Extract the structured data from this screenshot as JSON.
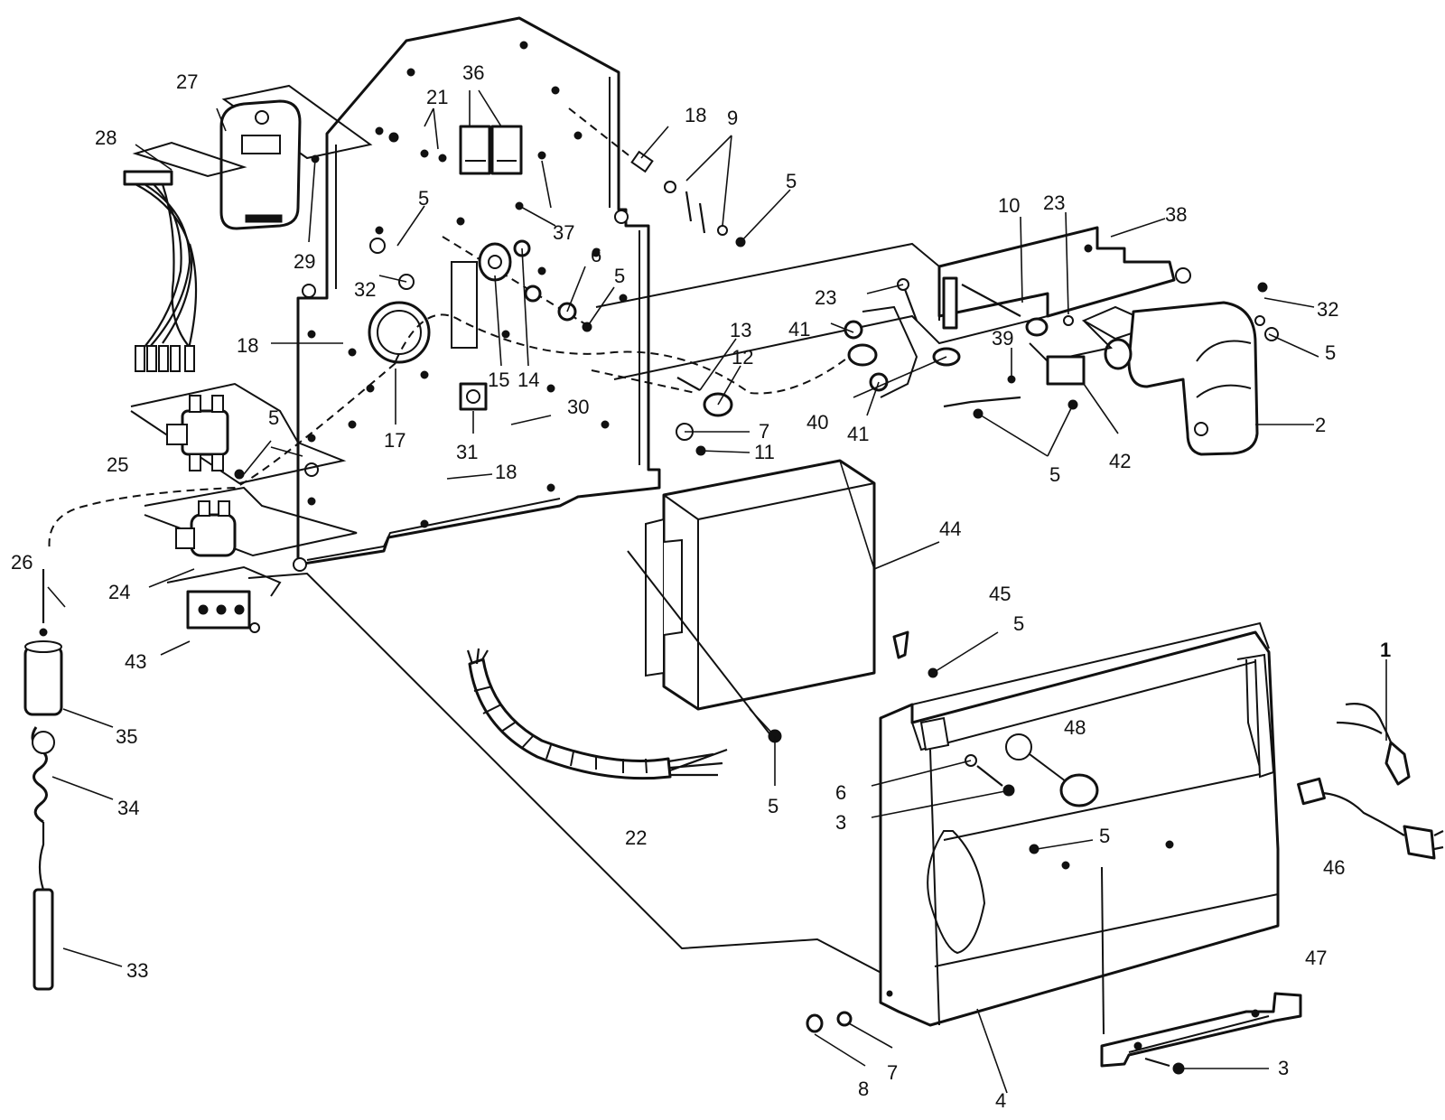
{
  "callouts": {
    "c1": "1",
    "c2": "2",
    "c3": "3",
    "c4": "4",
    "c5": "5",
    "c6": "6",
    "c7": "7",
    "c8": "8",
    "c9": "9",
    "c10": "10",
    "c11": "11",
    "c12": "12",
    "c13": "13",
    "c14": "14",
    "c15": "15",
    "c17": "17",
    "c18": "18",
    "c21": "21",
    "c22": "22",
    "c23": "23",
    "c24": "24",
    "c25": "25",
    "c26": "26",
    "c27": "27",
    "c28": "28",
    "c29": "29",
    "c30": "30",
    "c31": "31",
    "c32": "32",
    "c33": "33",
    "c34": "34",
    "c35": "35",
    "c36": "36",
    "c37": "37",
    "c38": "38",
    "c39": "39",
    "c40": "40",
    "c41": "41",
    "c42": "42",
    "c43": "43",
    "c44": "44",
    "c45": "45",
    "c46": "46",
    "c47": "47",
    "c48": "48"
  }
}
